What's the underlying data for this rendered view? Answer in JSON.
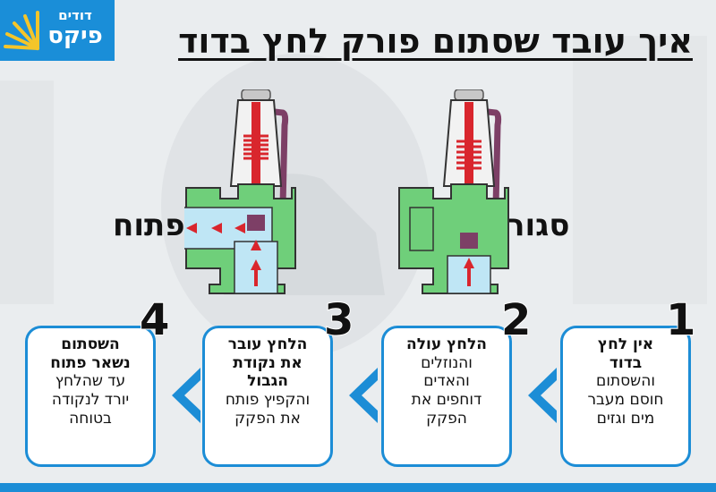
{
  "logo": {
    "line1": "דודים",
    "line2": "פיקס"
  },
  "title": "איך עובד שסתום פורק לחץ בדוד",
  "states": {
    "closed": "סגור",
    "open": "פתוח"
  },
  "steps": [
    {
      "number": "1",
      "heading_lines": [
        "אין לחץ",
        "בדוד"
      ],
      "body_lines": [
        "והשסתום",
        "חוסם מעבר",
        "מים וגזים"
      ]
    },
    {
      "number": "2",
      "heading_lines": [
        "הלחץ עולה"
      ],
      "body_lines": [
        "והנוזלים",
        "והאדים",
        "דוחפים את",
        "הפקק"
      ]
    },
    {
      "number": "3",
      "heading_lines": [
        "הלחץ עובר",
        "את נקודת",
        "הגבול"
      ],
      "body_lines": [
        "והקפיץ פותח",
        "את הפקק"
      ]
    },
    {
      "number": "4",
      "heading_lines": [
        "השסתום",
        "נשאר פתוח"
      ],
      "body_lines": [
        "עד שהלחץ",
        "יורד לנקודה",
        "בטוחה"
      ]
    }
  ],
  "colors": {
    "accent_blue": "#1c8dd6",
    "valve_green": "#6fcf7a",
    "flow_blue": "#bfe6f5",
    "spring_red": "#d9262d",
    "lever_purple": "#7d3f66"
  },
  "icons": {
    "chevron": "chevron-left-icon",
    "logo_rays": "sunburst-icon"
  }
}
